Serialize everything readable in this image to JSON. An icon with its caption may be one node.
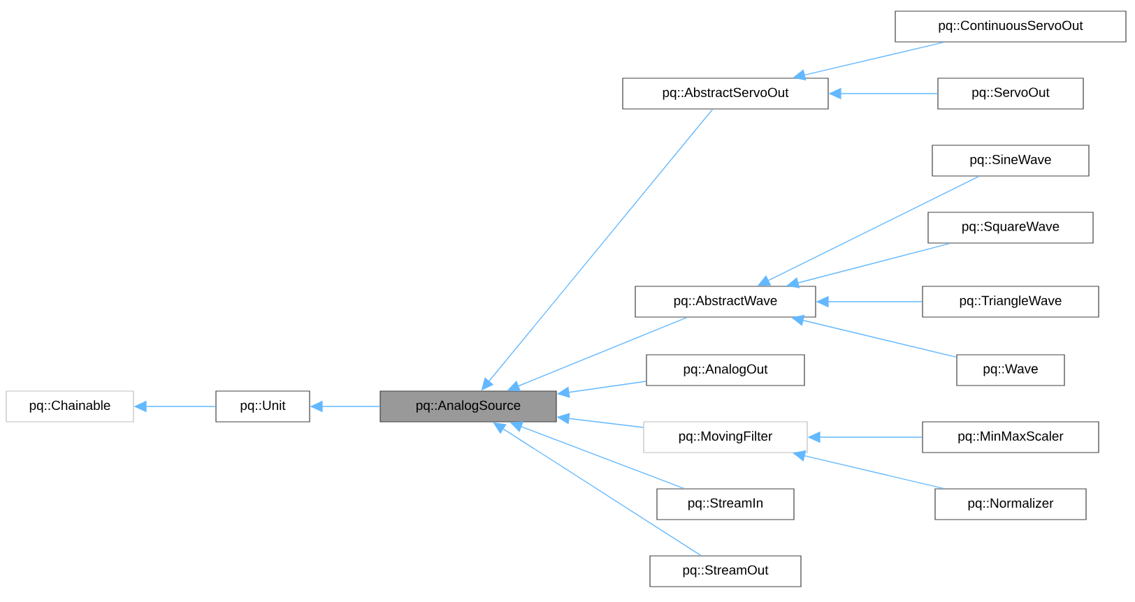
{
  "diagram": {
    "nodes": [
      {
        "text": [
          "pq::Chainable"
        ]
      },
      {
        "text": [
          "pq::Unit"
        ]
      },
      {
        "text": [
          "pq::AnalogSource"
        ]
      },
      {
        "text": [
          "pq::AbstractServoOut"
        ]
      },
      {
        "text": [
          "pq::ContinuousServoOut"
        ]
      },
      {
        "text": [
          "pq::ServoOut"
        ]
      },
      {
        "text": [
          "pq::AbstractWave"
        ]
      },
      {
        "text": [
          "pq::SineWave"
        ]
      },
      {
        "text": [
          "pq::SquareWave"
        ]
      },
      {
        "text": [
          "pq::TriangleWave"
        ]
      },
      {
        "text": [
          "pq::Wave"
        ]
      },
      {
        "text": [
          "pq::AnalogOut"
        ]
      },
      {
        "text": [
          "pq::MovingFilter"
        ]
      },
      {
        "text": [
          "pq::MinMaxScaler"
        ]
      },
      {
        "text": [
          "pq::Normalizer"
        ]
      },
      {
        "text": [
          "pq::StreamIn"
        ]
      },
      {
        "text": [
          "pq::StreamOut"
        ]
      }
    ],
    "edges": [
      {
        "from": 1,
        "to": 0,
        "arrow": "to"
      },
      {
        "from": 2,
        "to": 1,
        "arrow": "to"
      },
      {
        "from": 3,
        "to": 2,
        "arrow": "to"
      },
      {
        "from": 6,
        "to": 2,
        "arrow": "to"
      },
      {
        "from": 11,
        "to": 2,
        "arrow": "to"
      },
      {
        "from": 12,
        "to": 2,
        "arrow": "to"
      },
      {
        "from": 15,
        "to": 2,
        "arrow": "to"
      },
      {
        "from": 16,
        "to": 2,
        "arrow": "to"
      },
      {
        "from": 4,
        "to": 3,
        "arrow": "to"
      },
      {
        "from": 5,
        "to": 3,
        "arrow": "to"
      },
      {
        "from": 7,
        "to": 6,
        "arrow": "to"
      },
      {
        "from": 8,
        "to": 6,
        "arrow": "to"
      },
      {
        "from": 9,
        "to": 6,
        "arrow": "to"
      },
      {
        "from": 10,
        "to": 6,
        "arrow": "to"
      },
      {
        "from": 13,
        "to": 12,
        "arrow": "to"
      },
      {
        "from": 14,
        "to": 12,
        "arrow": "to"
      }
    ]
  }
}
